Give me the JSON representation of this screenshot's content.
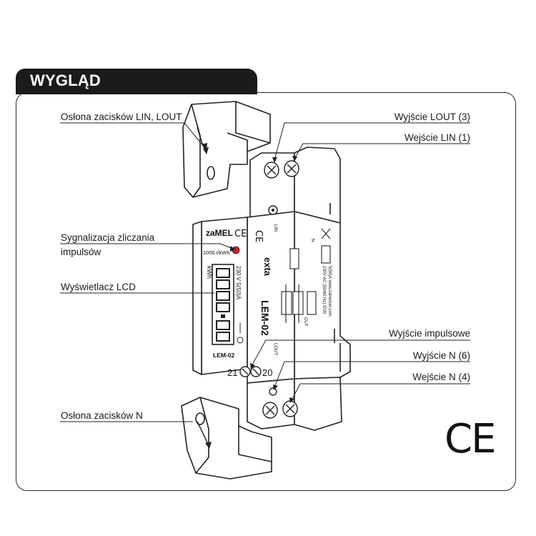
{
  "header": {
    "title": "WYGLĄD"
  },
  "labels": {
    "cover_top": "Osłona zacisków LIN, LOUT",
    "output_lout": "Wyjście LOUT (3)",
    "input_lin": "Wejście LIN (1)",
    "pulse_signal_line1": "Sygnalizacja zliczania",
    "pulse_signal_line2": "impulsów",
    "lcd": "Wyświetlacz LCD",
    "pulse_output": "Wyjście impulsowe",
    "output_n": "Wyjście N (6)",
    "input_n": "Wejście N (4)",
    "cover_bottom": "Osłona zacisków N"
  },
  "device": {
    "brand": "zaMEL",
    "ce": "CE",
    "pulse_rate": "1000 i/kWh",
    "unit": "kWh",
    "rating": "230 V 5(50)A",
    "model": "LEM-02",
    "model_side": "LEM-02",
    "exta": "exta",
    "terminal_21": "21",
    "terminal_20": "20",
    "lin": "LIN",
    "lout": "LOUT",
    "specs": "230V AC (50/60 Hz)  IP20",
    "spec2": "5(50)A  www.zamelcet.com",
    "n_label": "N",
    "out": "OUT"
  },
  "ce_mark": "CE"
}
